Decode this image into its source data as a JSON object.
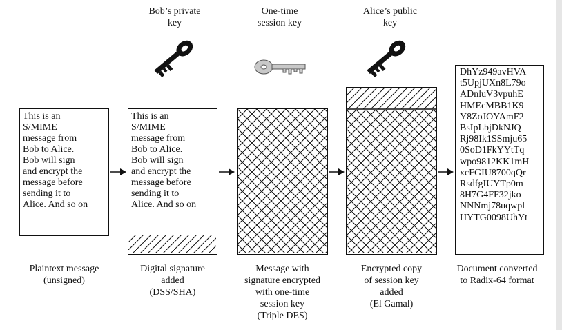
{
  "keys": {
    "bob_private": "Bob’s private\nkey",
    "session": "One-time\nsession key",
    "alice_public": "Alice’s public\nkey"
  },
  "plaintext": "This is an S/MIME message from Bob to Alice. Bob will sign and encrypt the message before sending it to Alice. And so on",
  "plaintext_lines": [
    "This is an",
    "S/MIME",
    "message from",
    "Bob to Alice.",
    "Bob will sign",
    "and encrypt the",
    "message before",
    "sending it to",
    "Alice. And so on"
  ],
  "radix64_lines": [
    "DhYz949avHVA",
    "t5UpjUXn8L79o",
    "ADnluV3vpuhE",
    "HMEcMBB1K9",
    "Y8ZoJOYAmF2",
    "BsIpLbjDkNJQ",
    "Rj98Ik1SSmju65",
    "0SoD1FkYYtTq",
    "wpo9812KK1mH",
    "xcFGIU8700qQr",
    "RsdfgIUYTp0m",
    "8H7G4FF32jko",
    "NNNmj78uqwpl",
    "HYTG0098UhYt"
  ],
  "captions": {
    "step1": [
      "Plaintext message",
      "(unsigned)"
    ],
    "step2": [
      "Digital signature",
      "added",
      "(DSS/SHA)"
    ],
    "step3": [
      "Message with",
      "signature encrypted",
      "with one-time",
      "session key",
      "(Triple DES)"
    ],
    "step4": [
      "Encrypted copy",
      "of session key",
      "added",
      "(El Gamal)"
    ],
    "step5": [
      "Document converted",
      "to Radix-64 format"
    ]
  },
  "colors": {
    "ink": "#111111",
    "session_key": "#c8c8c8",
    "scrollbar": "#e6e6e6"
  },
  "icons": [
    "key-icon",
    "key-icon",
    "key-icon",
    "arrow-right-icon"
  ]
}
